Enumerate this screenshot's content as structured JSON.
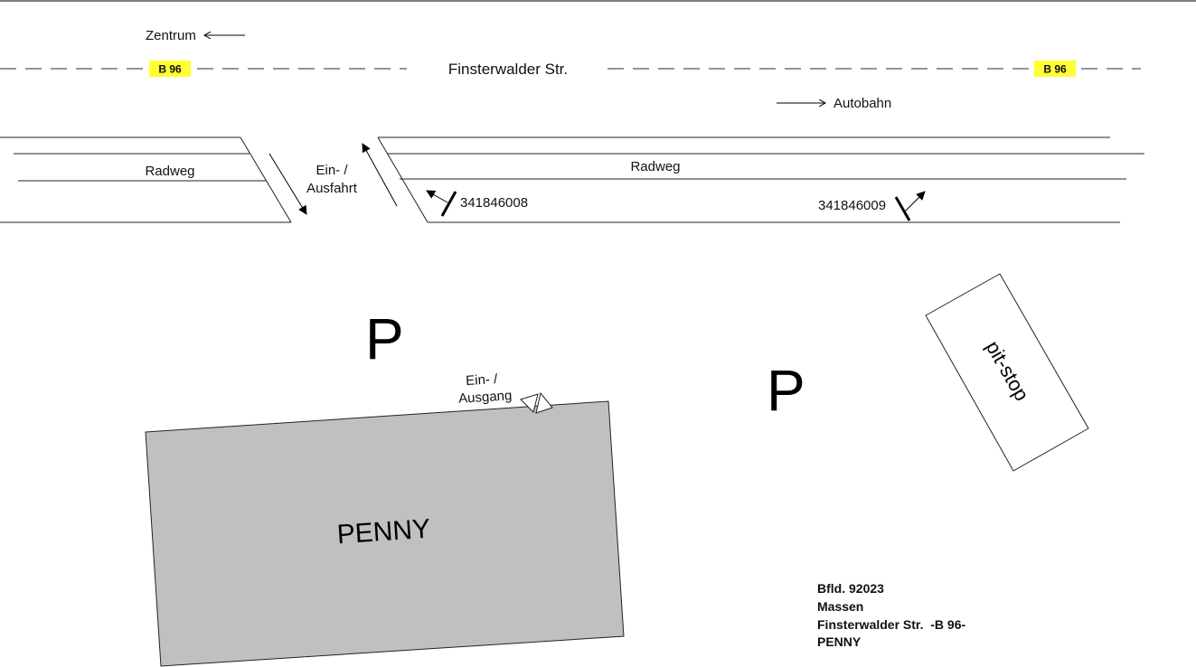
{
  "map": {
    "street": {
      "name": "Finsterwalder Str.",
      "route_shields": [
        "B 96",
        "B 96"
      ],
      "shield_color": "#ffff33",
      "direction_west": "Zentrum",
      "direction_east": "Autobahn"
    },
    "bike_paths": [
      {
        "label": "Radweg"
      },
      {
        "label": "Radweg"
      }
    ],
    "driveway": {
      "label_line1": "Ein- /",
      "label_line2": "Ausfahrt"
    },
    "sensors": [
      {
        "id": "341846008"
      },
      {
        "id": "341846009"
      }
    ],
    "parking": [
      {
        "label": "P"
      },
      {
        "label": "P"
      }
    ],
    "store": {
      "name": "PENNY",
      "fill_color": "#c0c0c0",
      "entrance_line1": "Ein- /",
      "entrance_line2": "Ausgang"
    },
    "kiosk": {
      "name": "pit-stop"
    },
    "legend": {
      "lines": [
        "Bfld. 92023",
        "Massen",
        "Finsterwalder Str.  -B 96-",
        "PENNY"
      ]
    }
  }
}
